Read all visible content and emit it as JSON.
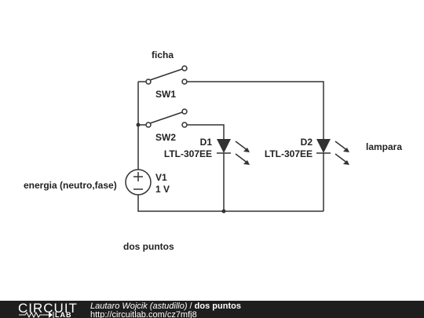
{
  "diagram": {
    "labels": {
      "ficha": "ficha",
      "sw1": "SW1",
      "sw2": "SW2",
      "d1_ref": "D1",
      "d1_part": "LTL-307EE",
      "d2_ref": "D2",
      "d2_part": "LTL-307EE",
      "lampara": "lampara",
      "v1_ref": "V1",
      "v1_value": "1 V",
      "energia": "energia (neutro,fase)",
      "caption": "dos puntos"
    }
  },
  "footer": {
    "logo_main": "CIRCUIT",
    "logo_sub": "LAB",
    "author": "Lautaro Wojcik (astudillo)",
    "separator": " / ",
    "title": "dos puntos",
    "url": "http://circuitlab.com/cz7mfj8"
  },
  "colors": {
    "line": "#333333",
    "footer_bg": "#1e1e1e"
  }
}
